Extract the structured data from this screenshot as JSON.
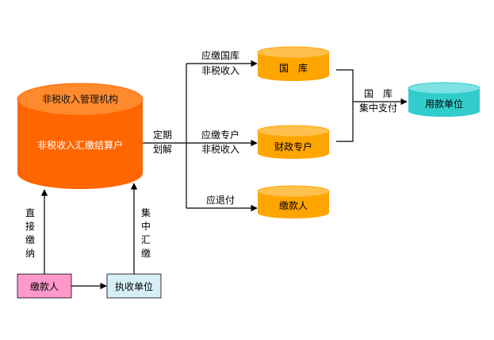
{
  "colors": {
    "orange": "#ff6600",
    "orange_top": "#ff8a2e",
    "gold": "#ffa500",
    "gold_top": "#ffc04d",
    "teal": "#33cccc",
    "teal_top": "#7ee2e2",
    "pink": "#ff99cc",
    "light_blue": "#d6eff6",
    "line": "#000000"
  },
  "nodes": {
    "main_account": {
      "title": "非税收入管理机构",
      "label": "非税收入汇缴结算户"
    },
    "treasury": {
      "label": "国　库"
    },
    "finance_account": {
      "label": "财政专户"
    },
    "payer_refund": {
      "label": "缴款人"
    },
    "user_unit": {
      "label": "用款单位"
    },
    "payer": {
      "label": "缴款人"
    },
    "collector": {
      "label": "执收单位"
    }
  },
  "edges": {
    "direct_pay": [
      "直",
      "接",
      "缴",
      "纳"
    ],
    "central_collect": [
      "集",
      "中",
      "汇",
      "缴"
    ],
    "periodic_transfer": [
      "定期",
      "划解"
    ],
    "to_treasury": [
      "应缴国库",
      "非税收入"
    ],
    "to_finance": [
      "应缴专户",
      "非税收入"
    ],
    "refund": "应退付",
    "treasury_pay": [
      "国　库",
      "集中支付"
    ]
  }
}
